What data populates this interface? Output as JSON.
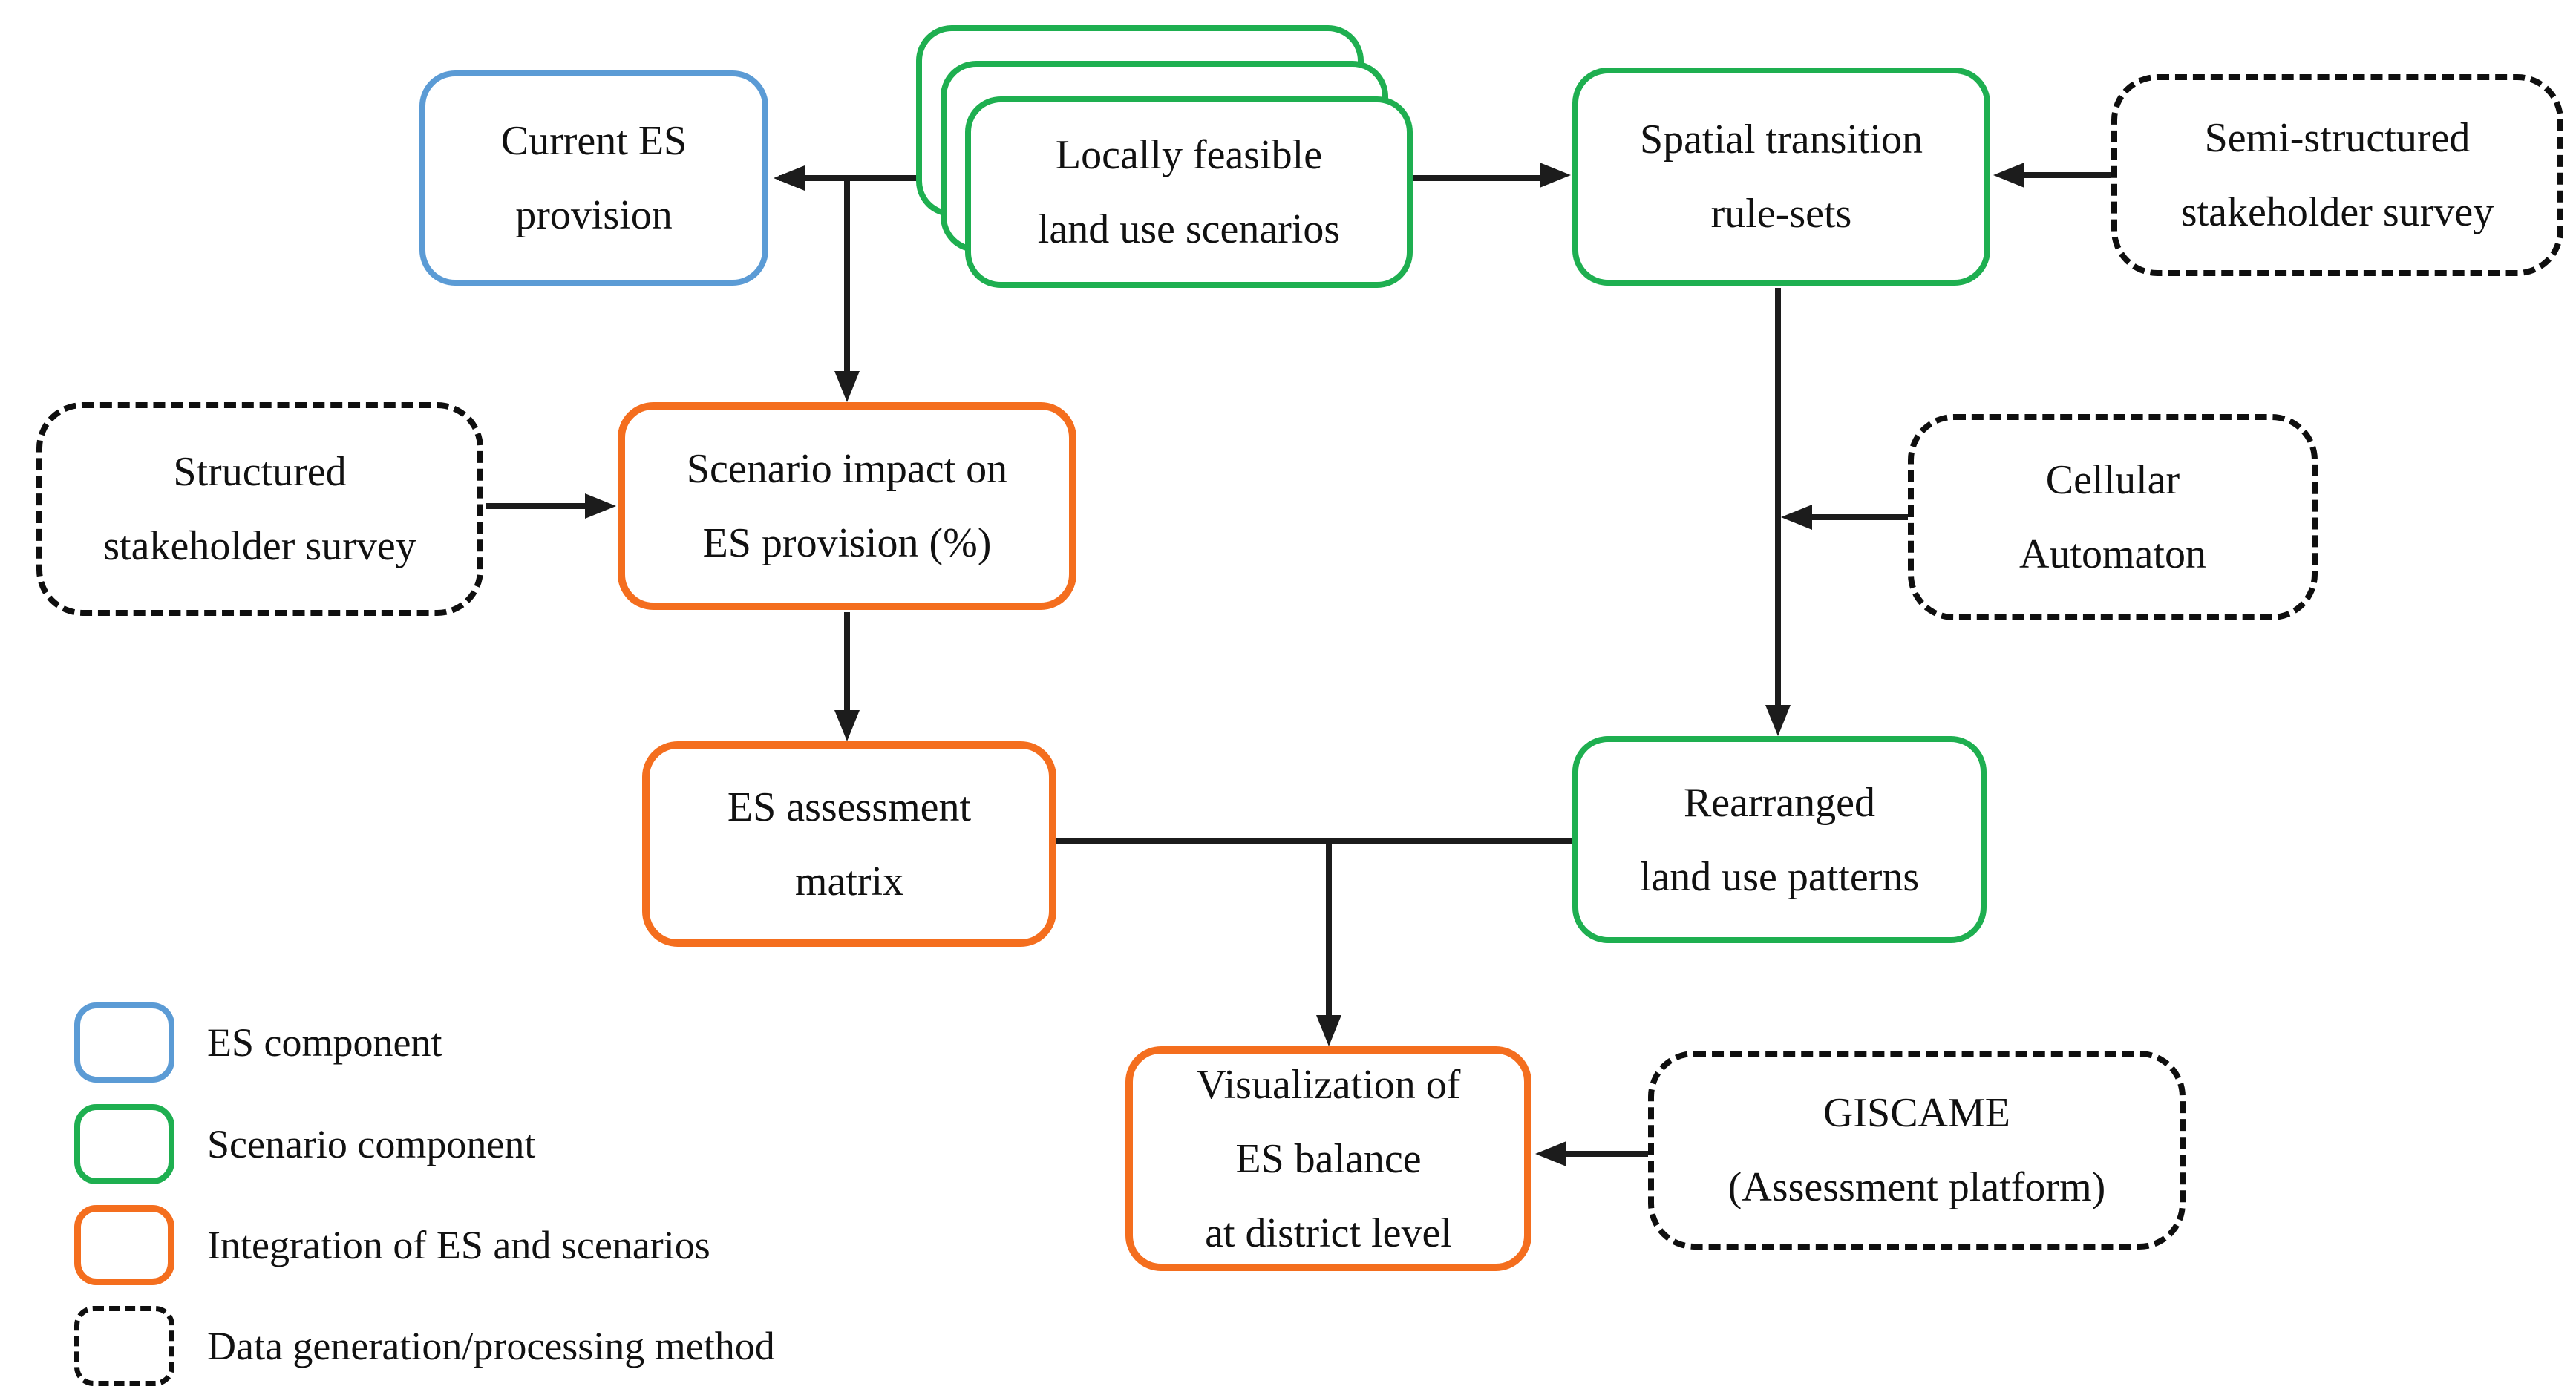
{
  "figure": {
    "type": "flow-diagram",
    "background": "#FFFFFF",
    "description_visible_text_only": true
  },
  "colors": {
    "es_component": "#5B9BD5",
    "scenario_component": "#1EAF50",
    "integration_component": "#F46E1E",
    "method_border": "#0F0F0F",
    "connector": "#1C1C1C",
    "text": "#111111"
  },
  "nodes": {
    "current_es": {
      "category": "es",
      "lines": [
        "Current ES",
        "provision"
      ]
    },
    "land_use_scenarios": {
      "category": "scenario",
      "stacked": true,
      "lines": [
        "Locally feasible",
        "land use scenarios"
      ]
    },
    "transition_rules": {
      "category": "scenario",
      "lines": [
        "Spatial transition",
        "rule-sets"
      ]
    },
    "semi_survey": {
      "category": "method",
      "lines": [
        "Semi-structured",
        "stakeholder survey"
      ]
    },
    "structured_survey": {
      "category": "method",
      "lines": [
        "Structured",
        "stakeholder survey"
      ]
    },
    "scenario_impact": {
      "category": "integration",
      "lines": [
        "Scenario impact on",
        "ES provision (%)"
      ]
    },
    "cellular_automaton": {
      "category": "method",
      "lines": [
        "Cellular",
        "Automaton"
      ]
    },
    "es_matrix": {
      "category": "integration",
      "lines": [
        "ES assessment",
        "matrix"
      ]
    },
    "rearranged": {
      "category": "scenario",
      "lines": [
        "Rearranged",
        "land use patterns"
      ]
    },
    "visualization": {
      "category": "integration",
      "lines": [
        "Visualization of",
        "ES balance",
        "at district level"
      ]
    },
    "giscame": {
      "category": "method",
      "lines": [
        "GISCAME",
        "(Assessment platform)"
      ]
    }
  },
  "edges": [
    {
      "from": "land_use_scenarios",
      "to": "current_es",
      "arrowhead": true
    },
    {
      "from": "land_use_scenarios",
      "to": "scenario_impact",
      "arrowhead": true
    },
    {
      "from": "land_use_scenarios",
      "to": "transition_rules",
      "arrowhead": true
    },
    {
      "from": "semi_survey",
      "to": "transition_rules",
      "arrowhead": true
    },
    {
      "from": "structured_survey",
      "to": "scenario_impact",
      "arrowhead": true
    },
    {
      "from": "scenario_impact",
      "to": "es_matrix",
      "arrowhead": true
    },
    {
      "from": "transition_rules",
      "to": "rearranged",
      "arrowhead": true
    },
    {
      "from": "cellular_automaton",
      "to": "edge transition_rules->rearranged",
      "arrowhead": true
    },
    {
      "from": "es_matrix",
      "to": "rearranged",
      "arrowhead": false
    },
    {
      "from": "edge es_matrix->rearranged",
      "to": "visualization",
      "arrowhead": true
    },
    {
      "from": "giscame",
      "to": "visualization",
      "arrowhead": true
    }
  ],
  "legend": {
    "items": [
      {
        "category": "es",
        "label": "ES component"
      },
      {
        "category": "scenario",
        "label": "Scenario component"
      },
      {
        "category": "integration",
        "label": "Integration of ES and scenarios"
      },
      {
        "category": "method",
        "label": "Data generation/processing method"
      }
    ]
  }
}
